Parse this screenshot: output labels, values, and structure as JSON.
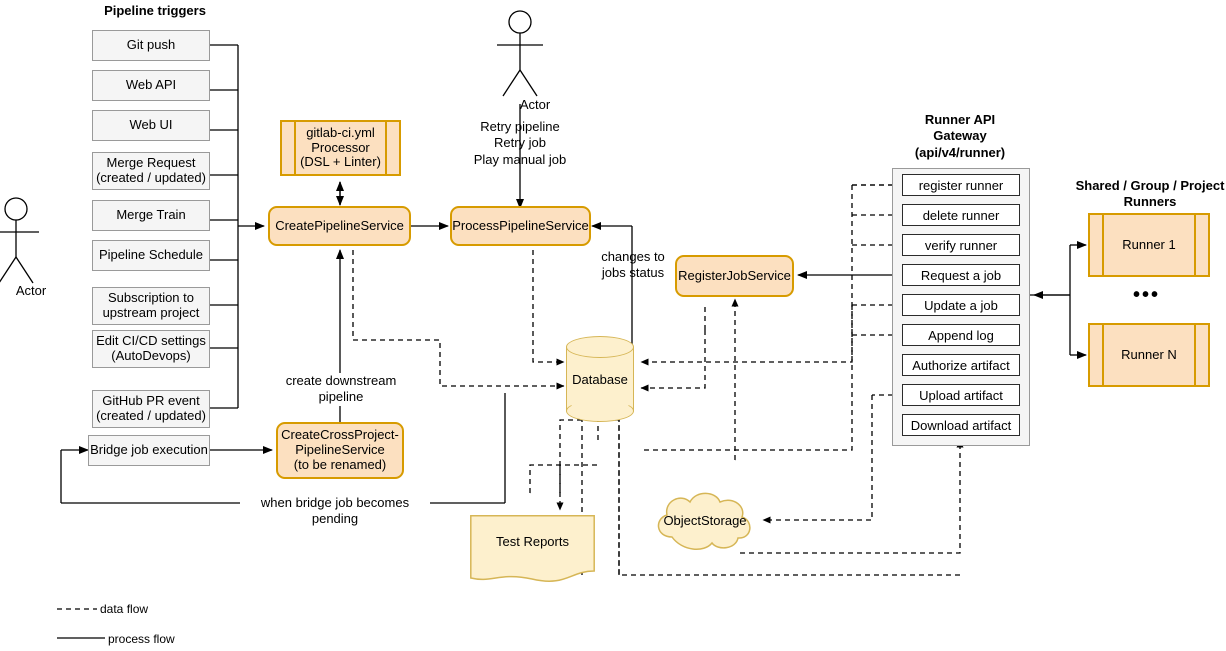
{
  "diagram": {
    "title_triggers": "Pipeline triggers",
    "title_gateway": "Runner API\nGateway\n(api/v4/runner)",
    "title_gateway_l1": "Runner API",
    "title_gateway_l2": "Gateway",
    "title_gateway_l3": "(api/v4/runner)",
    "title_runners_l1": "Shared / Group / Project",
    "title_runners_l2": "Runners"
  },
  "actors": {
    "left": "Actor",
    "top": "Actor"
  },
  "triggers": [
    {
      "label": "Git push"
    },
    {
      "label": "Web API"
    },
    {
      "label": "Web UI"
    },
    {
      "label": "Merge Request\n(created / updated)",
      "l1": "Merge Request",
      "l2": "(created / updated)"
    },
    {
      "label": "Merge Train"
    },
    {
      "label": "Pipeline Schedule"
    },
    {
      "label": "Subscription to\nupstream project",
      "l1": "Subscription to",
      "l2": "upstream project"
    },
    {
      "label": "Edit CI/CD settings\n(AutoDevops)",
      "l1": "Edit CI/CD settings",
      "l2": "(AutoDevops)"
    },
    {
      "label": "GitHub PR event\n(created / updated)",
      "l1": "GitHub PR event",
      "l2": "(created / updated)"
    },
    {
      "label": "Bridge job execution"
    }
  ],
  "services": {
    "processor_l1": "gitlab-ci.yml",
    "processor_l2": "Processor",
    "processor_l3": "(DSL + Linter)",
    "create_pipeline": "CreatePipelineService",
    "process_pipeline": "ProcessPipelineService",
    "register_job": "RegisterJobService",
    "cross_project_l1": "CreateCrossProject-",
    "cross_project_l2": "PipelineService",
    "cross_project_l3": "(to be renamed)"
  },
  "stores": {
    "database": "Database",
    "object_storage": "ObjectStorage",
    "test_reports": "Test Reports"
  },
  "api_endpoints": [
    {
      "label": "register runner"
    },
    {
      "label": "delete runner"
    },
    {
      "label": "verify runner"
    },
    {
      "label": "Request a job"
    },
    {
      "label": "Update a job"
    },
    {
      "label": "Append log"
    },
    {
      "label": "Authorize artifact"
    },
    {
      "label": "Upload artifact"
    },
    {
      "label": "Download artifact"
    }
  ],
  "runners": [
    {
      "label": "Runner 1"
    },
    {
      "label": "Runner N"
    }
  ],
  "runners_ellipsis": "•••",
  "edge_labels": {
    "retry_l1": "Retry pipeline",
    "retry_l2": "Retry job",
    "retry_l3": "Play manual job",
    "changes_l1": "changes to",
    "changes_l2": "jobs status",
    "downstream_l1": "create downstream",
    "downstream_l2": "pipeline",
    "bridge_pending": "when bridge job becomes pending"
  },
  "legend": {
    "data_flow": "data flow",
    "process_flow": "process flow"
  },
  "colors": {
    "orange_fill": "#fce0c0",
    "orange_stroke": "#d79b00",
    "yellow_fill": "#fdf0cd",
    "yellow_stroke": "#d6b656",
    "grey_fill": "#f5f5f5",
    "grey_stroke": "#9a9a9a",
    "line": "#000000"
  }
}
